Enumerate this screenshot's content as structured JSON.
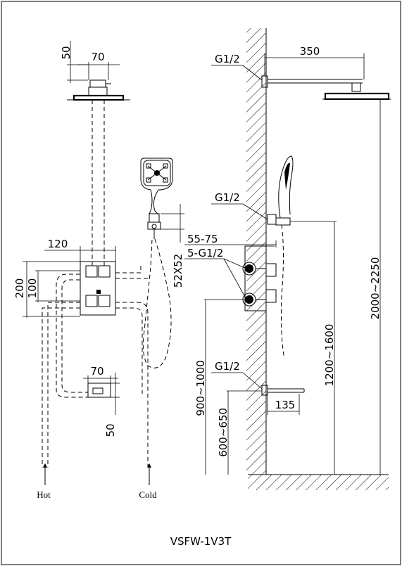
{
  "model": "VSFW-1V3T",
  "pipes": {
    "hot": "Hot",
    "cold": "Cold"
  },
  "dims": {
    "head_height": "50",
    "head_width": "70",
    "arm_length": "350",
    "thread_top": "G1/2",
    "thread_mid": "G1/2",
    "thread_bottom": "G1/2",
    "valve_width": "120",
    "valve_height": "200",
    "valve_spacing": "100",
    "holder_size": "52X52",
    "depth": "55-75",
    "inlets": "5-G1/2",
    "spout_width": "70",
    "spout_height": "50",
    "spout_length": "135",
    "head_from_floor": "2000~2250",
    "holder_from_floor": "1200~1600",
    "valve_from_floor": "900~1000",
    "spout_from_floor": "600~650"
  }
}
